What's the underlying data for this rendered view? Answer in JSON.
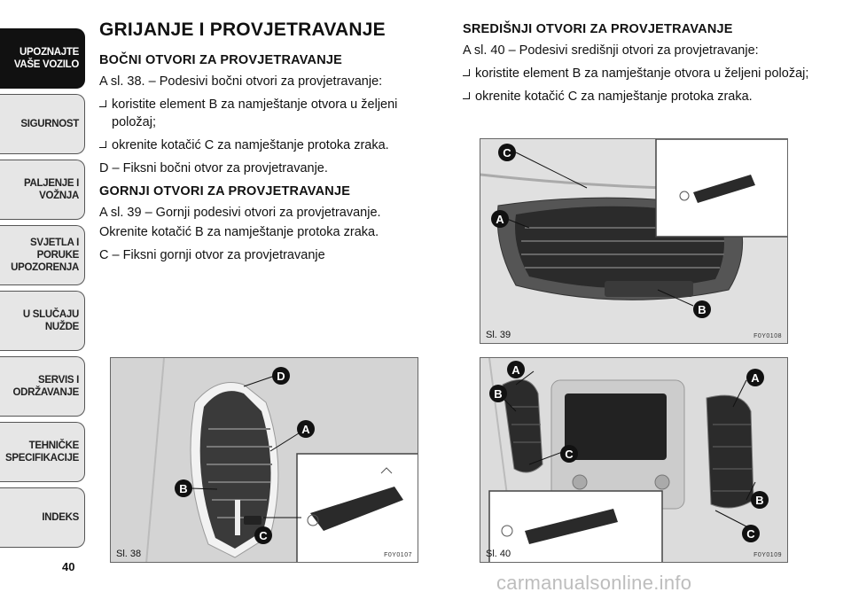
{
  "sidebar": {
    "tabs": [
      {
        "label": "UPOZNAJTE VAŠE VOZILO",
        "active": true
      },
      {
        "label": "SIGURNOST",
        "active": false
      },
      {
        "label": "PALJENJE I VOŽNJA",
        "active": false
      },
      {
        "label": "SVJETLA I PORUKE UPOZORENJA",
        "active": false
      },
      {
        "label": "U SLUČAJU NUŽDE",
        "active": false
      },
      {
        "label": "SERVIS I ODRŽAVANJE",
        "active": false
      },
      {
        "label": "TEHNIČKE SPECIFIKACIJE",
        "active": false
      },
      {
        "label": "INDEKS",
        "active": false
      }
    ],
    "page_number": "40"
  },
  "left": {
    "title": "GRIJANJE I PROVJETRAVANJE",
    "section1_heading": "BOČNI OTVORI ZA PROVJETRAVANJE",
    "section1_intro": "A sl. 38. – Podesivi bočni otvori za provjetravanje:",
    "section1_bullet1": "koristite element B za namještanje otvora u željeni položaj;",
    "section1_bullet2": "okrenite kotačić C za namještanje protoka zraka.",
    "section1_note": "D – Fiksni bočni otvor za provjetravanje.",
    "section2_heading": "GORNJI OTVORI ZA PROVJETRAVANJE",
    "section2_line1": "A sl. 39 – Gornji podesivi otvori za provjetravanje.",
    "section2_line2": "Okrenite kotačić B za namještanje protoka zraka.",
    "section2_line3": "C – Fiksni gornji otvor za provjetravanje"
  },
  "right": {
    "heading": "SREDIŠNJI OTVORI ZA PROVJETRAVANJE",
    "intro": "A sl. 40 – Podesivi središnji otvori za provjetravanje:",
    "bullet1": "koristite element B za namještanje otvora u željeni položaj;",
    "bullet2": "okrenite kotačić C za namještanje protoka zraka."
  },
  "figures": {
    "fig38": {
      "label": "Sl. 38",
      "code": "F0Y0107"
    },
    "fig39": {
      "label": "Sl. 39",
      "code": "F0Y0108"
    },
    "fig40": {
      "label": "Sl. 40",
      "code": "F0Y0109"
    },
    "callouts": {
      "a": "A",
      "b": "B",
      "c": "C",
      "d": "D"
    }
  },
  "watermark": "carmanualsonline.info"
}
